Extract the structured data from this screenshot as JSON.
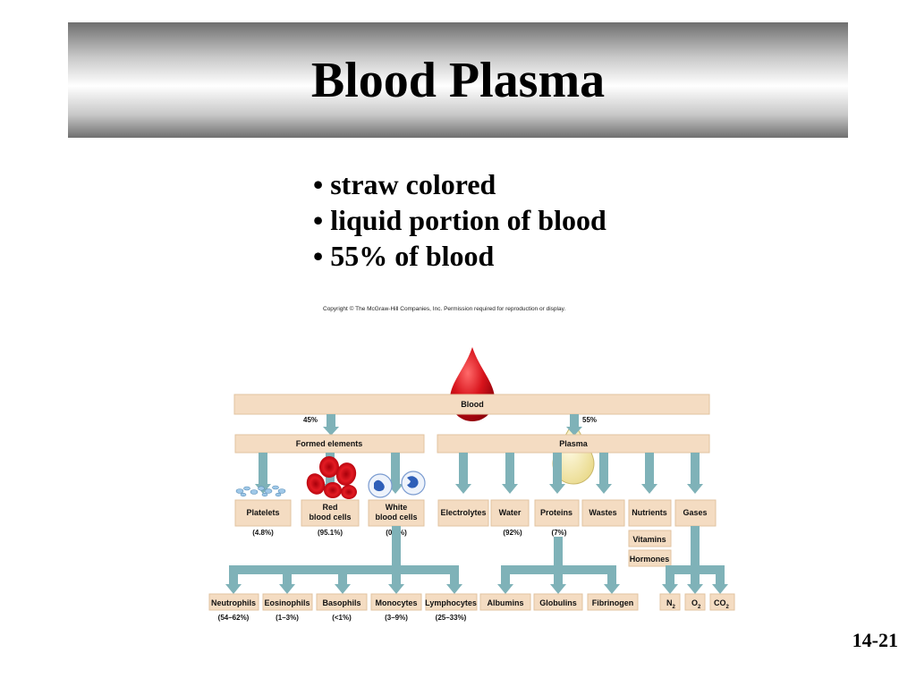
{
  "title": "Blood Plasma",
  "bullets": [
    "straw colored",
    "liquid portion of blood",
    "55% of blood"
  ],
  "page_number": "14-21",
  "figure": {
    "copyright_prefix": "Copyright © The McGraw-Hill Companies, Inc. Permission required for reproduction or display.",
    "blood": "Blood",
    "pct_formed": "45%",
    "pct_plasma": "55%",
    "formed_elements": "Formed elements",
    "plasma": "Plasma",
    "platelets": "Platelets",
    "platelets_pct": "(4.8%)",
    "red1": "Red",
    "red2": "blood cells",
    "red_pct": "(95.1%)",
    "white1": "White",
    "white2": "blood cells",
    "white_pct": "(0.1%)",
    "electrolytes": "Electrolytes",
    "water": "Water",
    "water_pct": "(92%)",
    "proteins": "Proteins",
    "proteins_pct": "(7%)",
    "wastes": "Wastes",
    "nutrients": "Nutrients",
    "gases": "Gases",
    "vitamins": "Vitamins",
    "hormones": "Hormones",
    "neutrophils": "Neutrophils",
    "neutrophils_pct": "(54–62%)",
    "eosinophils": "Eosinophils",
    "eosinophils_pct": "(1–3%)",
    "basophils": "Basophils",
    "basophils_pct": "(<1%)",
    "monocytes": "Monocytes",
    "monocytes_pct": "(3–9%)",
    "lymphocytes": "Lymphocytes",
    "lymphocytes_pct": "(25–33%)",
    "albumins": "Albumins",
    "globulins": "Globulins",
    "fibrinogen": "Fibrinogen",
    "n2": "N",
    "n2_sub": "2",
    "o2": "O",
    "o2_sub": "2",
    "co2": "CO",
    "co2_sub": "2"
  },
  "colors": {
    "box": "#f4dcc2",
    "arrow": "#7fb2b8",
    "blood_red": "#d8141c",
    "plasma_yellow": "#f6efc0"
  }
}
